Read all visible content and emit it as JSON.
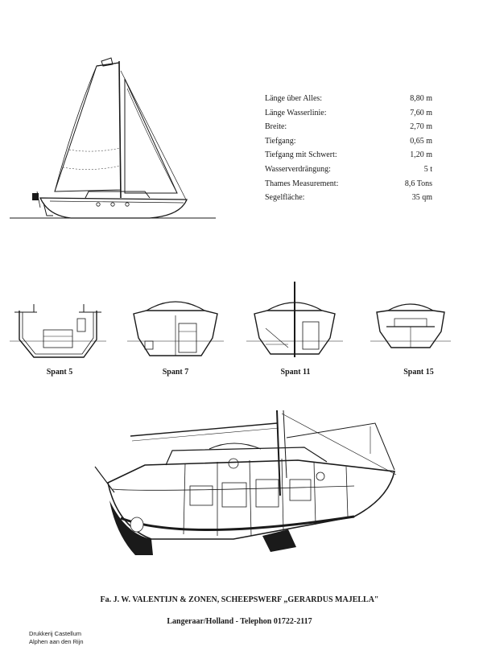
{
  "specifications": [
    {
      "label": "Länge über Alles:",
      "value": "8,80 m"
    },
    {
      "label": "Länge Wasserlinie:",
      "value": "7,60 m"
    },
    {
      "label": "Breite:",
      "value": "2,70 m"
    },
    {
      "label": "Tiefgang:",
      "value": "0,65 m"
    },
    {
      "label": "Tiefgang mit Schwert:",
      "value": "1,20 m"
    },
    {
      "label": "Wasserverdrängung:",
      "value": "5 t"
    },
    {
      "label": "Thames Measurement:",
      "value": "8,6 Tons"
    },
    {
      "label": "Segelfläche:",
      "value": "35 qm"
    }
  ],
  "sections": [
    {
      "label": "Spant 5"
    },
    {
      "label": "Spant 7"
    },
    {
      "label": "Spant 11"
    },
    {
      "label": "Spant 15"
    }
  ],
  "footer": {
    "company": "Fa. J. W. VALENTIJN & ZONEN, SCHEEPSWERF „GERARDUS MAJELLA\"",
    "address": "Langeraar/Holland - Telephon 01722-2117"
  },
  "printer": {
    "line1": "Drukkerij Castellum",
    "line2": "Alphen aan den Rijn"
  }
}
